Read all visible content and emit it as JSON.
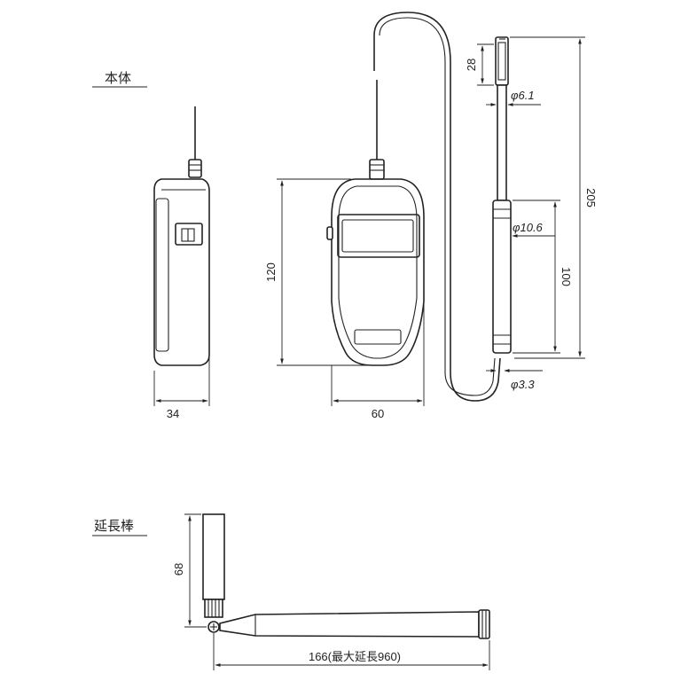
{
  "sections": {
    "body_title": "本体",
    "rod_title": "延長棒"
  },
  "dimensions": {
    "side_width": "34",
    "front_width": "60",
    "front_height": "120",
    "probe_top_length": "28",
    "probe_tip_dia": "φ6.1",
    "probe_total_length": "205",
    "probe_grip_dia": "φ10.6",
    "probe_grip_length": "100",
    "probe_shaft_dia": "φ3.3",
    "rod_head_length": "68",
    "rod_length": "166(最大延長960)"
  }
}
